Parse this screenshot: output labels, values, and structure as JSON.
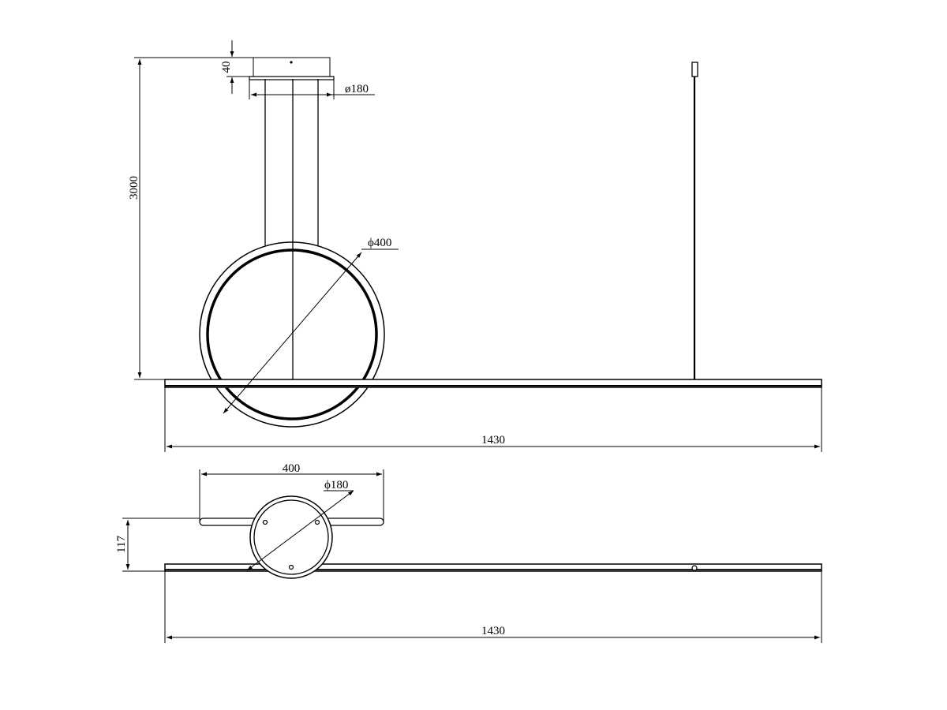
{
  "labels": {
    "canopy_height": "40",
    "canopy_diameter": "ø180",
    "total_height": "3000",
    "ring_diameter": "ϕ400",
    "bar_length_front": "1430",
    "ring_span_top": "400",
    "ring_diameter_top": "ϕ180",
    "depth_top": "117",
    "bar_length_top": "1430"
  }
}
